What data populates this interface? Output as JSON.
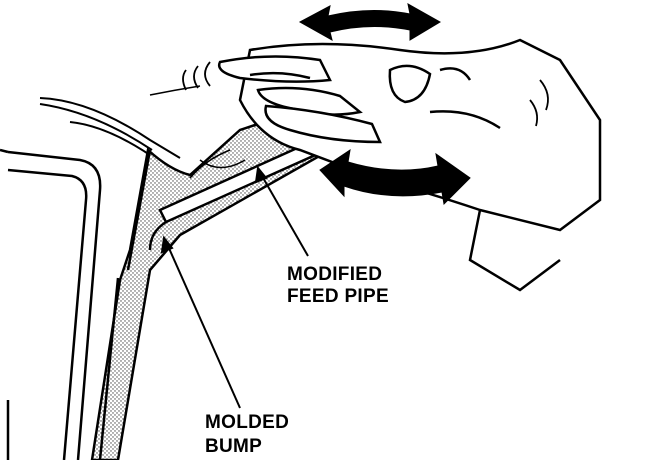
{
  "labels": {
    "feed_pipe": [
      "MODIFIED",
      "FEED PIPE"
    ],
    "bump": [
      "MOLDED",
      "BUMP"
    ]
  },
  "icons": [
    "hand-icon",
    "double-arrow-icon",
    "motion-lines-icon"
  ],
  "colors": {
    "ink": "#000000",
    "paper": "#ffffff",
    "stipple": "#9a9a9a"
  }
}
